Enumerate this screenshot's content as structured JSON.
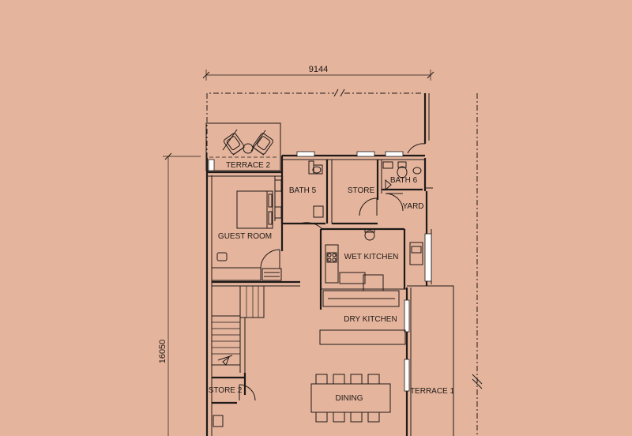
{
  "dimensions": {
    "width_label": "9144",
    "depth_label": "16050"
  },
  "rooms": {
    "terrace_2": "TERRACE 2",
    "bath_5": "BATH 5",
    "store": "STORE",
    "bath_6": "BATH 6",
    "yard": "YARD",
    "guest_room": "GUEST ROOM",
    "wet_kitchen": "WET KITCHEN",
    "dry_kitchen": "DRY KITCHEN",
    "store_2": "STORE 2",
    "dining": "DINING",
    "terrace_1": "TERRACE 1"
  },
  "colors": {
    "background": "#e5b49c",
    "linework": "#1e1a18"
  }
}
